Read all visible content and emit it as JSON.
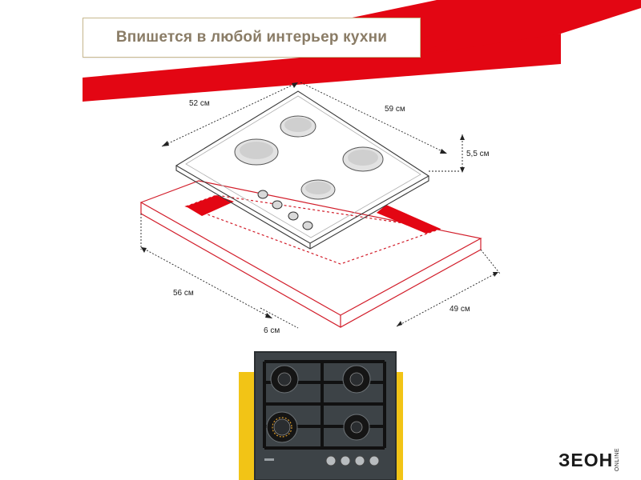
{
  "banner": {
    "title": "Впишется в любой интерьер кухни",
    "accent_color": "#e30613",
    "border_color": "#c8b98f"
  },
  "dimensions": {
    "hob_depth": "52 см",
    "hob_width": "59 см",
    "hob_height": "5,5 см",
    "cutout_width": "56 см",
    "cutout_depth": "49 см",
    "cutout_gap": "6 см"
  },
  "photo": {
    "frame_color": "#f2c416",
    "panel_color": "#3d4347",
    "burners": 4,
    "knobs": 4
  },
  "brand": {
    "logo": "ЗЕОН",
    "logo_sub": "ONLINE"
  }
}
